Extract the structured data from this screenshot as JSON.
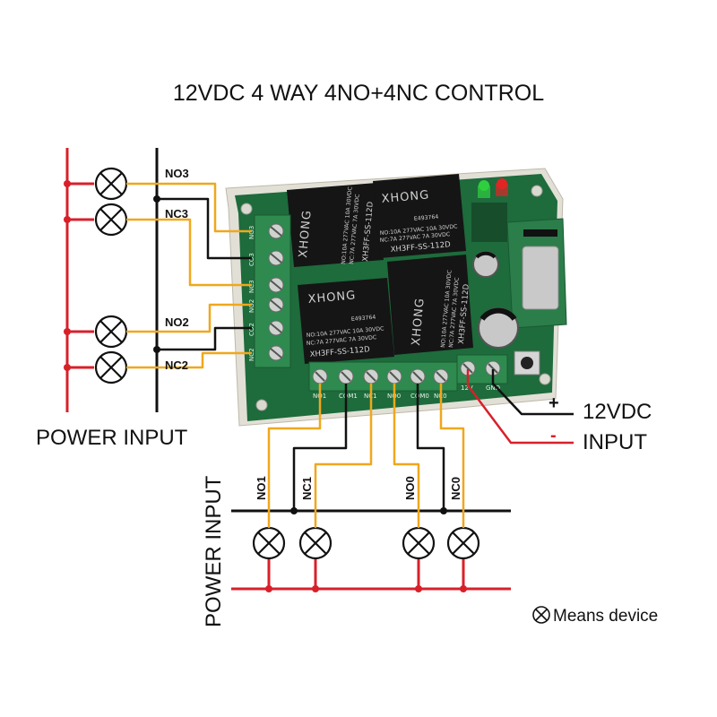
{
  "title": "12VDC 4 WAY 4NO+4NC CONTROL",
  "left_power_label": "POWER INPUT",
  "bottom_power_label": "POWER INPUT",
  "supply": {
    "voltage_label": "12VDC",
    "input_label": "INPUT",
    "plus_sign": "+",
    "minus_sign": "-"
  },
  "left_wire_labels": [
    "NO3",
    "NC3",
    "NO2",
    "NC2"
  ],
  "bottom_wire_labels": [
    "NO1",
    "NC1",
    "NO0",
    "NC0"
  ],
  "relay": {
    "brand": "XHONG",
    "model": "XH3FF-SS-112D",
    "ratings_1": "NO:10A 277VAC 10A 30VDC",
    "ratings_2": "NC:7A 277VAC 7A 30VDC",
    "cert": "E493764"
  },
  "board_terminals_left": [
    "NO3",
    "CO3",
    "NC3",
    "NO2",
    "CO2",
    "NC2"
  ],
  "board_terminals_bottom": [
    "NO1",
    "COM1",
    "NC1",
    "NO0",
    "COM0",
    "NC0",
    "12V",
    "GND"
  ],
  "legend_text": "Means device",
  "colors": {
    "live_wire": "#d8202a",
    "neutral_wire": "#111111",
    "switched_wire": "#f0a71c",
    "pcb": "#1e6b3c",
    "terminal": "#2e8a4e",
    "relay": "#151515"
  }
}
